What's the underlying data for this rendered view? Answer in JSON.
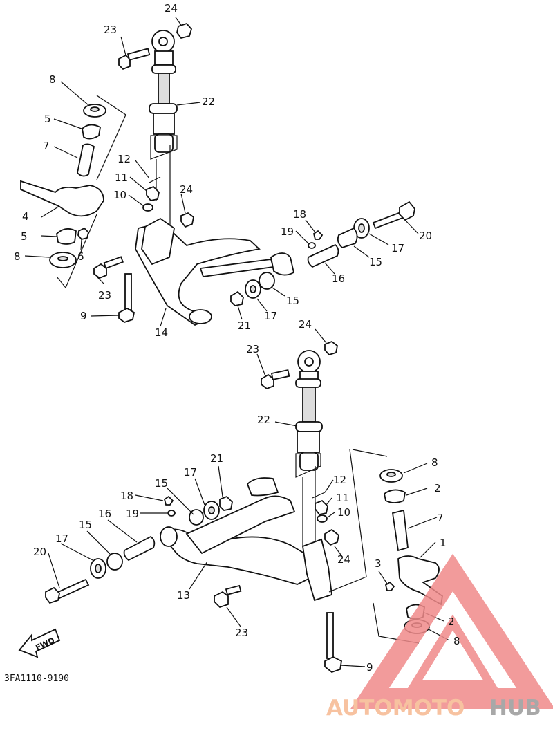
{
  "diagram_code": "3FA1110-9190",
  "fwd_label": "FWD",
  "watermark": {
    "part1": "AUTOMOTO",
    "part2": "HUB",
    "accent_color": "#f08a8a",
    "text_color_1": "#f6b890",
    "text_color_2": "#9a9a9a"
  },
  "callouts": {
    "top": {
      "l24": "24",
      "l23": "23",
      "l22": "22",
      "l8": "8",
      "l5a": "5",
      "l7": "7",
      "l12": "12",
      "l11": "11",
      "l10": "10",
      "l24b": "24",
      "l4": "4",
      "l5b": "5",
      "l6": "6",
      "l8b": "8",
      "l18": "18",
      "l19": "19",
      "l20": "20",
      "l17a": "17",
      "l15a": "15",
      "l16": "16",
      "l23b": "23",
      "l15b": "15",
      "l17b": "17",
      "l21": "21",
      "l9": "9",
      "l14": "14"
    },
    "bottom": {
      "l24": "24",
      "l23": "23",
      "l22": "22",
      "l21": "21",
      "l8": "8",
      "l17": "17",
      "l15": "15",
      "l2": "2",
      "l18": "18",
      "l19": "19",
      "l12": "12",
      "l11": "11",
      "l10": "10",
      "l7": "7",
      "l16": "16",
      "l15b": "15",
      "l17b": "17",
      "l20": "20",
      "l24b": "24",
      "l1": "1",
      "l3": "3",
      "l13": "13",
      "l2b": "2",
      "l23b": "23",
      "l8b": "8",
      "l9": "9"
    }
  }
}
